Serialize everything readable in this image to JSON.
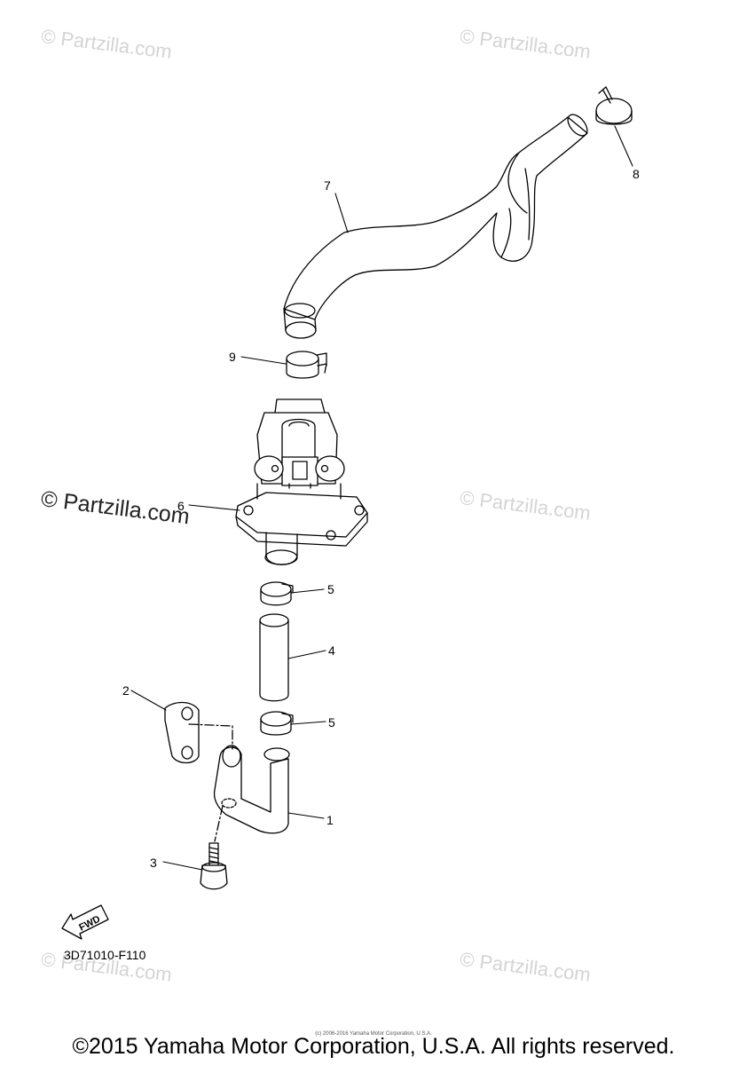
{
  "watermarks": [
    "© Partzilla.com",
    "© Partzilla.com",
    "© Partzilla.com",
    "© Partzilla.com",
    "© Partzilla.com"
  ],
  "watermark_main": "© Partzilla.com",
  "callouts": {
    "p1": "1",
    "p2": "2",
    "p3": "3",
    "p4": "4",
    "p5a": "5",
    "p5b": "5",
    "p6": "6",
    "p7": "7",
    "p8": "8",
    "p9": "9"
  },
  "fwd_label": "FWD",
  "diagram_code": "3D71010-F110",
  "fineprint": "(c) 2006-2016 Yamaha Motor Corporation, U.S.A.",
  "copyright": "©2015 Yamaha Motor Corporation, U.S.A. All rights reserved."
}
